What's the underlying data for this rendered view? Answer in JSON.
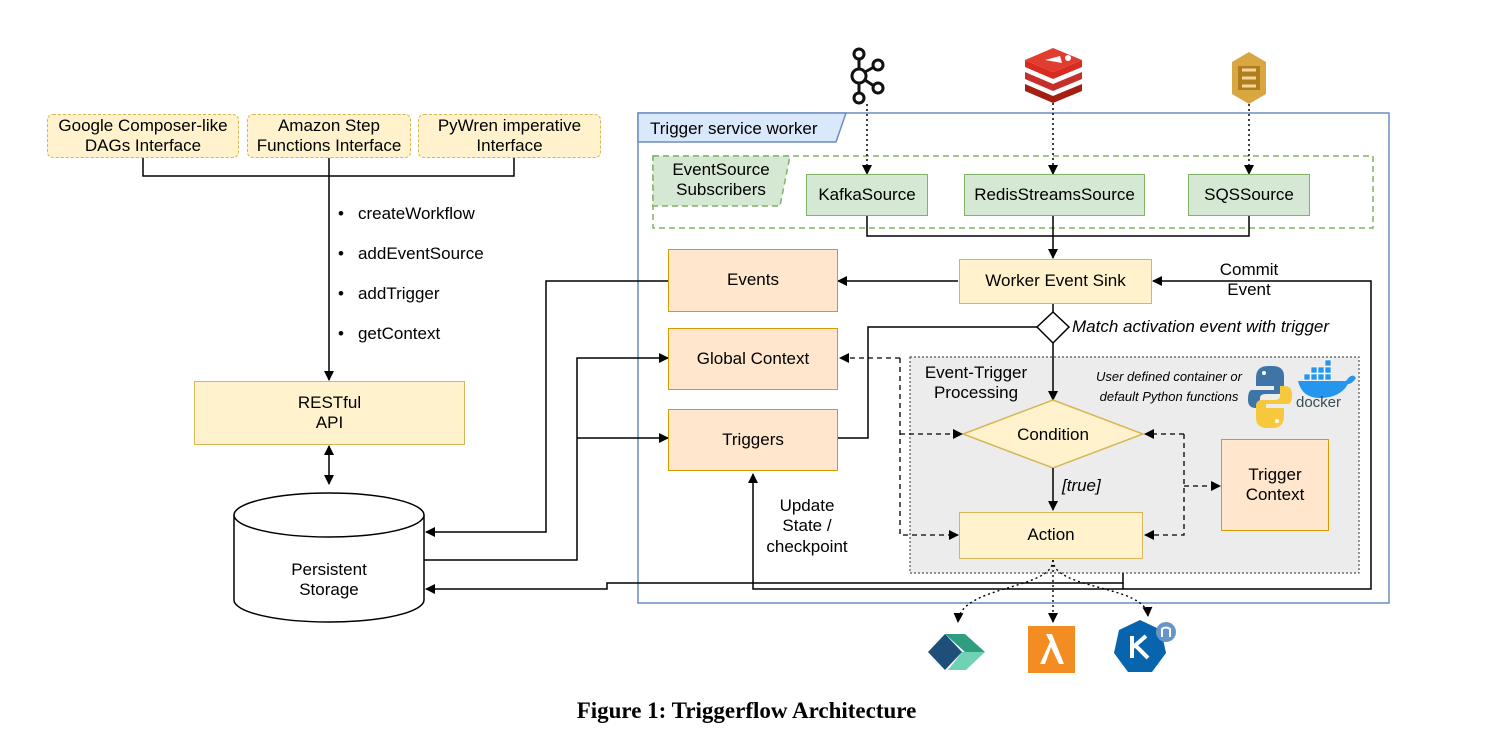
{
  "interfaces": [
    "Google Composer-like\nDAGs Interface",
    "Amazon Step\nFunctions Interface",
    "PyWren imperative\nInterface"
  ],
  "api_methods": [
    "createWorkflow",
    "addEventSource",
    "addTrigger",
    "getContext"
  ],
  "restful_api": "RESTful\nAPI",
  "persistent_storage": "Persistent\nStorage",
  "worker_title": "Trigger service worker",
  "subscribers_label": "EventSource\nSubscribers",
  "sources": [
    "KafkaSource",
    "RedisStreamsSource",
    "SQSSource"
  ],
  "worker_event_sink": "Worker Event Sink",
  "commit_event": "Commit\nEvent",
  "match_label": "Match activation event with trigger",
  "stores": {
    "events": "Events",
    "global_context": "Global Context",
    "triggers": "Triggers"
  },
  "processing": {
    "title": "Event-Trigger\nProcessing",
    "note": "User defined container or\ndefault Python functions",
    "condition": "Condition",
    "true_label": "[true]",
    "action": "Action",
    "trigger_context": "Trigger\nContext",
    "docker_text": "docker"
  },
  "update_state": "Update\nState /\ncheckpoint",
  "caption": "Figure 1: Triggerflow Architecture",
  "icons": {
    "event_sources": [
      "kafka-icon",
      "redis-icon",
      "amazon-sqs-icon"
    ],
    "runtimes": [
      "ibm-cloud-functions-icon",
      "aws-lambda-icon",
      "knative-icon"
    ],
    "processing": [
      "python-icon",
      "docker-icon"
    ]
  },
  "colors": {
    "yellow_fill": "#fff2cc",
    "yellow_stroke": "#d6b656",
    "orange_fill": "#ffe6cc",
    "orange_stroke": "#d79b00",
    "green_fill": "#d5e8d4",
    "green_stroke": "#82b366",
    "worker_border": "#6c8ebf",
    "processing_fill": "#ececec"
  }
}
